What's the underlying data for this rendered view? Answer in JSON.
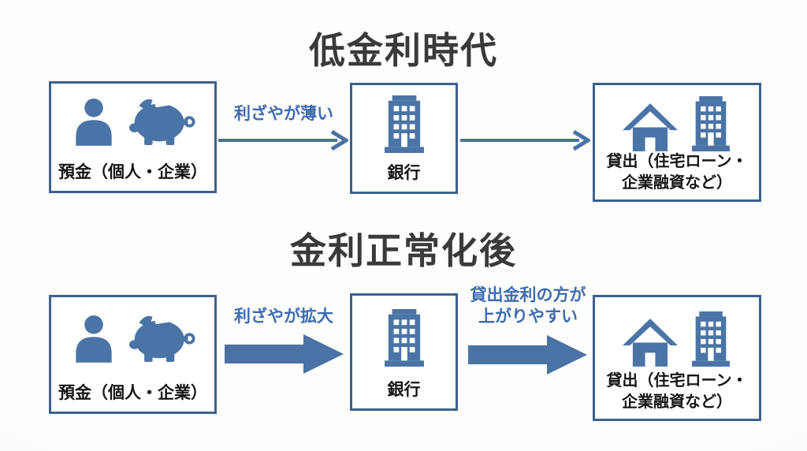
{
  "colors": {
    "background": "#fdfdfb",
    "box_border": "#3c618c",
    "box_fill": "#ffffff",
    "icon_blue": "#4b74a6",
    "arrow_blue": "#4b72a4",
    "arrow_label_blue": "#3e6bb1",
    "title_text": "#3a3a3a",
    "box_text": "#161616"
  },
  "section_low_rate_era": {
    "title": "低金利時代",
    "deposit_box": {
      "label": "預金（個人・企業）",
      "icons": [
        "person-icon",
        "piggy-bank-icon"
      ]
    },
    "margin_arrow": {
      "label": "利ざやが薄い",
      "style": "thin-line-arrow"
    },
    "bank_box": {
      "label": "銀行",
      "icons": [
        "bank-building-icon"
      ]
    },
    "lending_arrow": {
      "label": "",
      "style": "thin-line-arrow"
    },
    "loan_box": {
      "label_line1": "貸出（住宅ローン・",
      "label_line2": "企業融資など）",
      "icons": [
        "house-icon",
        "office-building-icon"
      ]
    }
  },
  "section_rate_normalized": {
    "title": "金利正常化後",
    "deposit_box": {
      "label": "預金（個人・企業）",
      "icons": [
        "person-icon",
        "piggy-bank-icon"
      ]
    },
    "margin_arrow": {
      "label": "利ざやが拡大",
      "style": "thick-block-arrow"
    },
    "bank_box": {
      "label": "銀行",
      "icons": [
        "bank-building-icon"
      ]
    },
    "lending_arrow": {
      "label_line1": "貸出金利の方が",
      "label_line2": "上がりやすい",
      "style": "thick-block-arrow"
    },
    "loan_box": {
      "label_line1": "貸出（住宅ローン・",
      "label_line2": "企業融資など）",
      "icons": [
        "house-icon",
        "office-building-icon"
      ]
    }
  }
}
